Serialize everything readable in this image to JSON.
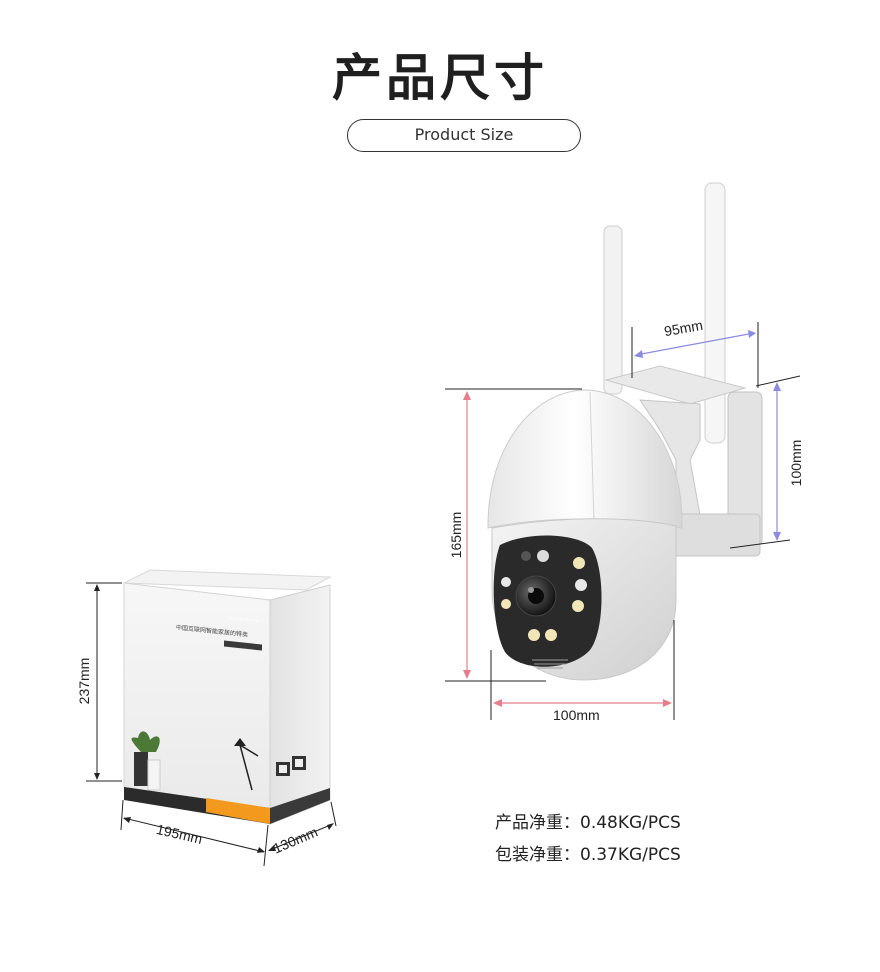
{
  "header": {
    "title": "产品尺寸",
    "subtitle": "Product Size"
  },
  "camera": {
    "width_label": "100mm",
    "height_label": "165mm",
    "bracket_depth_label": "95mm",
    "bracket_height_label": "100mm"
  },
  "box": {
    "height_label": "237mm",
    "length_label": "195mm",
    "width_label": "130mm",
    "brand_text": "Smart home",
    "product_line": "中国互联网智能家居的特卖"
  },
  "specs": {
    "product_weight": "产品净重：0.48KG/PCS",
    "package_weight": "包装净重：0.37KG/PCS"
  },
  "colors": {
    "dim_pink": "#e57e8a",
    "dim_blue": "#8b8be0",
    "box_orange": "#f39a1e",
    "box_dark": "#2b2b2b"
  }
}
